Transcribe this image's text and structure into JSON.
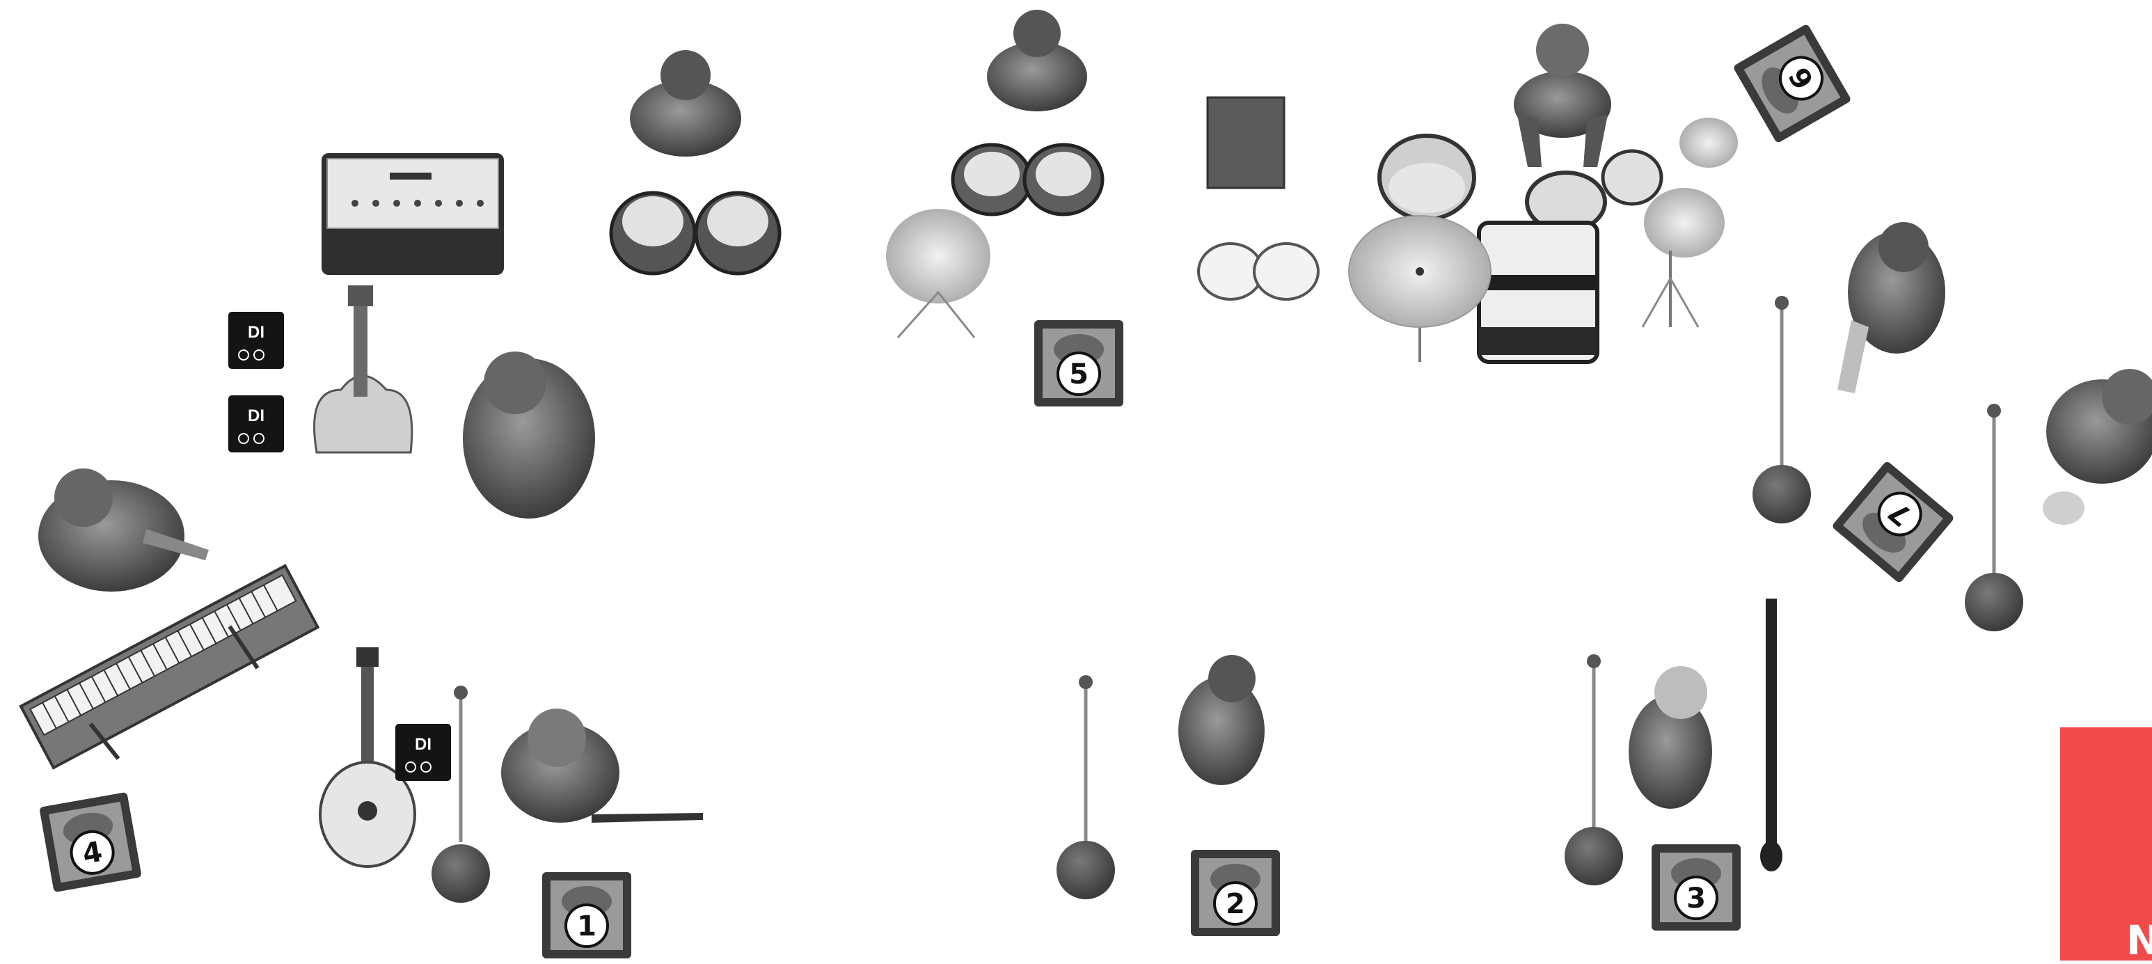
{
  "stage_plot": {
    "monitors": [
      {
        "label": "1"
      },
      {
        "label": "2"
      },
      {
        "label": "3"
      },
      {
        "label": "4"
      },
      {
        "label": "5"
      },
      {
        "label": "6"
      },
      {
        "label": "7"
      }
    ],
    "di_box_label": "DI",
    "corner_badge": {
      "color": "#f04a4a",
      "text": "N"
    }
  }
}
